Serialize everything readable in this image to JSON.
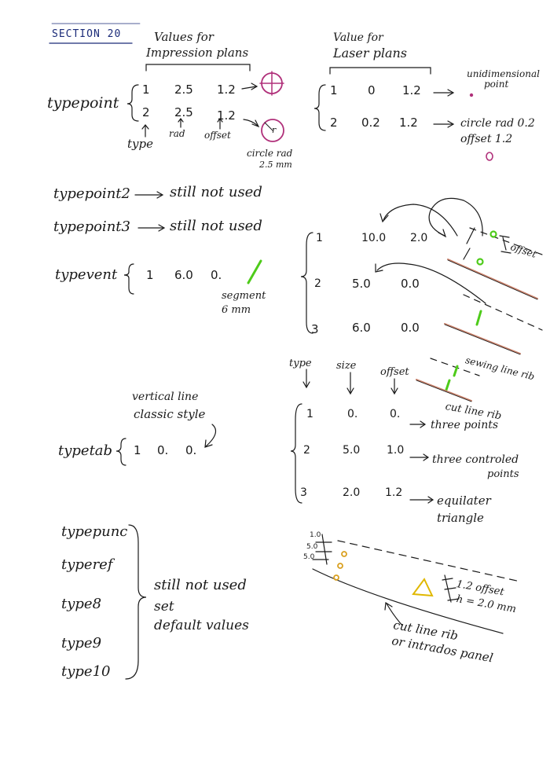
{
  "section": {
    "title": "SECTION 20"
  },
  "headers": {
    "impression_1": "Values for",
    "impression_2": "Impression plans",
    "laser_1": "Value for",
    "laser_2": "Laser plans"
  },
  "typepoint": {
    "label": "typepoint",
    "imp_rows": [
      {
        "type": "1",
        "rad": "2.5",
        "offset": "1.2"
      },
      {
        "type": "2",
        "rad": "2.5",
        "offset": "1.2"
      }
    ],
    "col_type": "type",
    "col_rad": "rad",
    "col_offset": "offset",
    "circle_label_1": "circle rad",
    "circle_label_2": "2.5 mm",
    "circle_r": "r",
    "laser_rows": [
      {
        "type": "1",
        "rad": "0",
        "offset": "1.2"
      },
      {
        "type": "2",
        "rad": "0.2",
        "offset": "1.2"
      }
    ],
    "unidim_1": "unidimensional",
    "unidim_2": "point",
    "laser_circle_1": "circle rad 0.2",
    "laser_circle_2": "offset 1.2"
  },
  "typepoint2": {
    "label": "typepoint2",
    "note": "still not used"
  },
  "typepoint3": {
    "label": "typepoint3",
    "note": "still not used"
  },
  "typevent": {
    "label": "typevent",
    "values": [
      "1",
      "6.0",
      "0."
    ],
    "seg_1": "segment",
    "seg_2": "6 mm",
    "laser_rows": [
      {
        "type": "1",
        "size": "10.0",
        "offset": "2.0"
      },
      {
        "type": "2",
        "size": "5.0",
        "offset": "0.0"
      },
      {
        "type": "3",
        "size": "6.0",
        "offset": "0.0"
      }
    ],
    "offset_label": "offset"
  },
  "sewing": {
    "label": "sewing line rib",
    "cut": "cut line rib"
  },
  "typetab": {
    "label": "typetab",
    "values": [
      "1",
      "0.",
      "0."
    ],
    "note_1": "vertical line",
    "note_2": "classic style",
    "col_type": "type",
    "col_size": "size",
    "col_offset": "offset",
    "rows": [
      {
        "type": "1",
        "size": "0.",
        "offset": "0.",
        "desc_1": "three points",
        "desc_2": ""
      },
      {
        "type": "2",
        "size": "5.0",
        "offset": "1.0",
        "desc_1": "three controled",
        "desc_2": "points"
      },
      {
        "type": "3",
        "size": "2.0",
        "offset": "1.2",
        "desc_1": "equilater",
        "desc_2": "triangle"
      }
    ]
  },
  "unused": {
    "labels": [
      "typepunc",
      "typeref",
      "type8",
      "type9",
      "type10"
    ],
    "note_1": "still not used",
    "note_2": "set",
    "note_3": "default values"
  },
  "diagram": {
    "dims": [
      "1.0",
      "5.0",
      "5.0"
    ],
    "offset_note": "1.2 offset",
    "h_note": "h = 2.0 mm",
    "cut_1": "cut line rib",
    "cut_2": "or intrados panel"
  },
  "colors": {
    "ink": "#1a1a1a",
    "blue": "#1a2a78",
    "magenta": "#b0307a",
    "green": "#4ecb1a",
    "red": "#c8806a",
    "orange": "#d9a020",
    "yellow": "#e0b800"
  }
}
